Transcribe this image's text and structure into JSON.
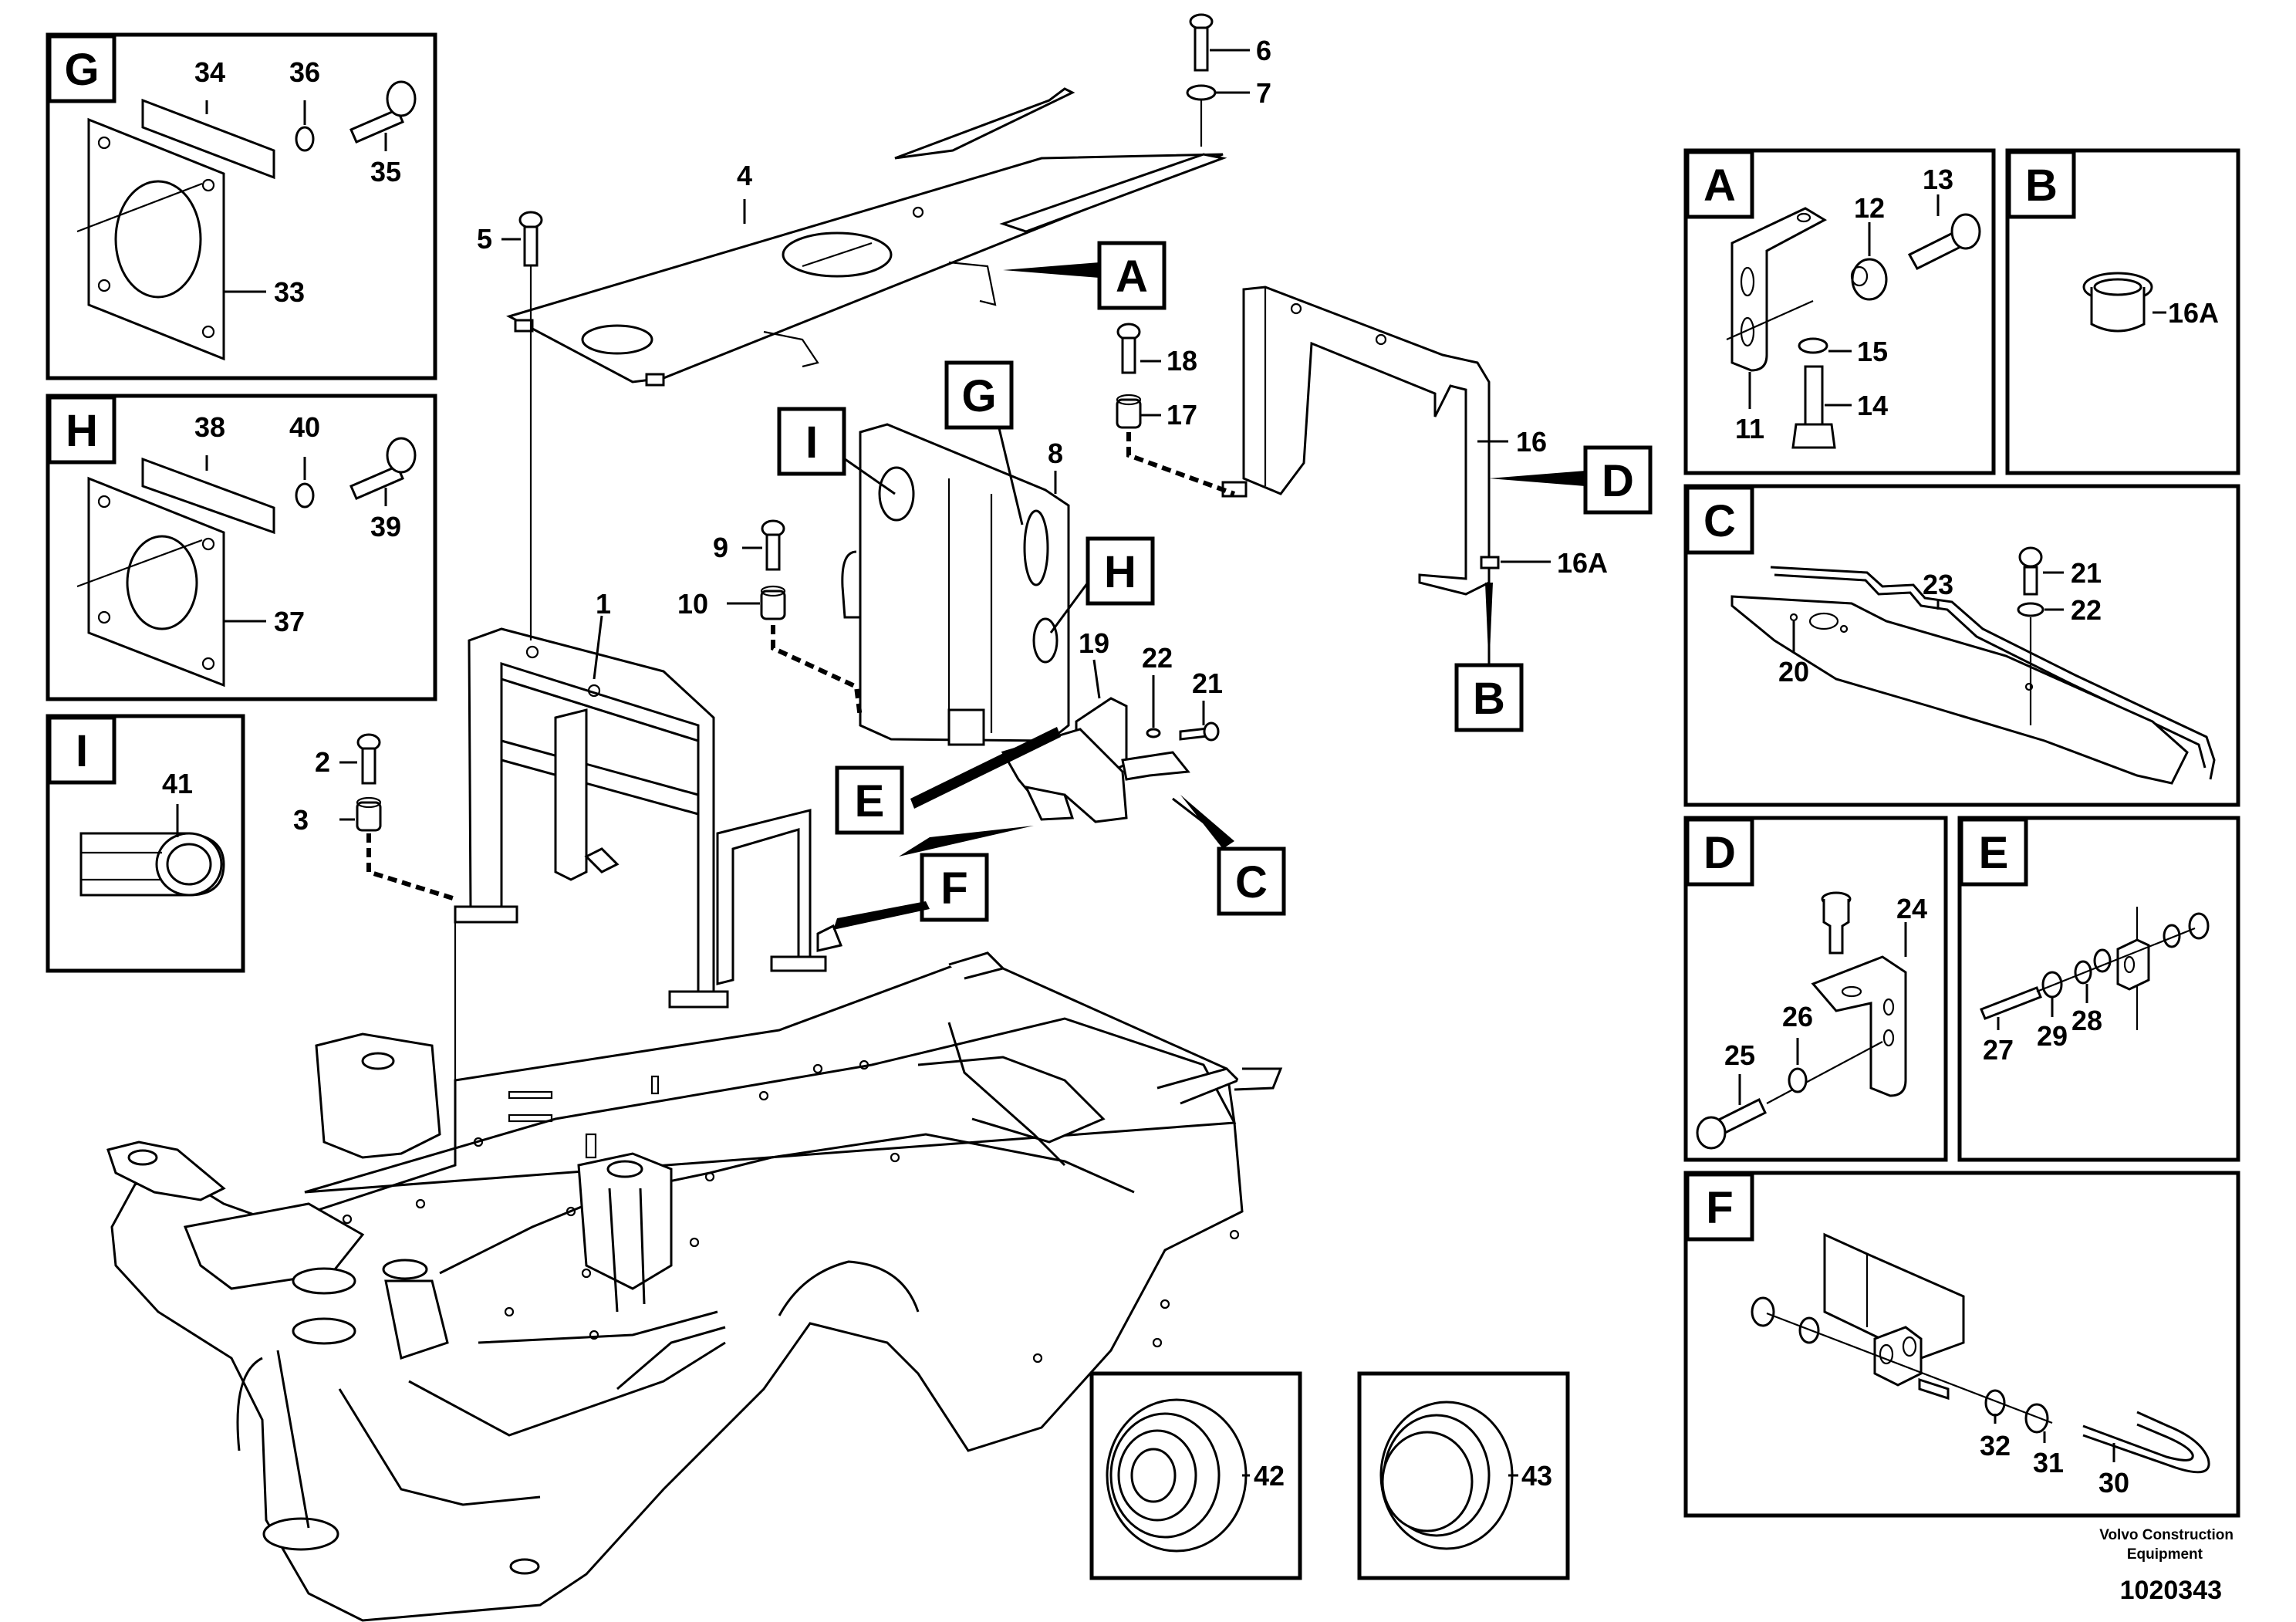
{
  "figure": {
    "publisher": "Volvo Construction",
    "publisher2": "Equipment",
    "drawing_number": "1020343"
  },
  "main_labels": {
    "l1": "1",
    "l2": "2",
    "l3": "3",
    "l4": "4",
    "l5": "5",
    "l6": "6",
    "l7": "7",
    "l8": "8",
    "l9": "9",
    "l10": "10",
    "l16": "16",
    "l16a": "16A",
    "l17": "17",
    "l18": "18",
    "l19": "19",
    "l21": "21",
    "l22": "22",
    "l42": "42",
    "l43": "43"
  },
  "callouts": {
    "A": "A",
    "B": "B",
    "C": "C",
    "D": "D",
    "E": "E",
    "F": "F",
    "G": "G",
    "H": "H",
    "I": "I"
  },
  "details": {
    "G": {
      "letter": "G",
      "labels": [
        "34",
        "36",
        "35",
        "33"
      ]
    },
    "H": {
      "letter": "H",
      "labels": [
        "38",
        "40",
        "39",
        "37"
      ]
    },
    "I": {
      "letter": "I",
      "labels": [
        "41"
      ]
    },
    "A": {
      "letter": "A",
      "labels": [
        "13",
        "12",
        "15",
        "14",
        "11"
      ]
    },
    "B": {
      "letter": "B",
      "labels": [
        "16A"
      ]
    },
    "C": {
      "letter": "C",
      "labels": [
        "21",
        "23",
        "22",
        "20"
      ]
    },
    "D": {
      "letter": "D",
      "labels": [
        "24",
        "26",
        "25"
      ]
    },
    "E": {
      "letter": "E",
      "labels": [
        "29",
        "28",
        "27"
      ]
    },
    "F": {
      "letter": "F",
      "labels": [
        "32",
        "31",
        "30"
      ]
    }
  }
}
